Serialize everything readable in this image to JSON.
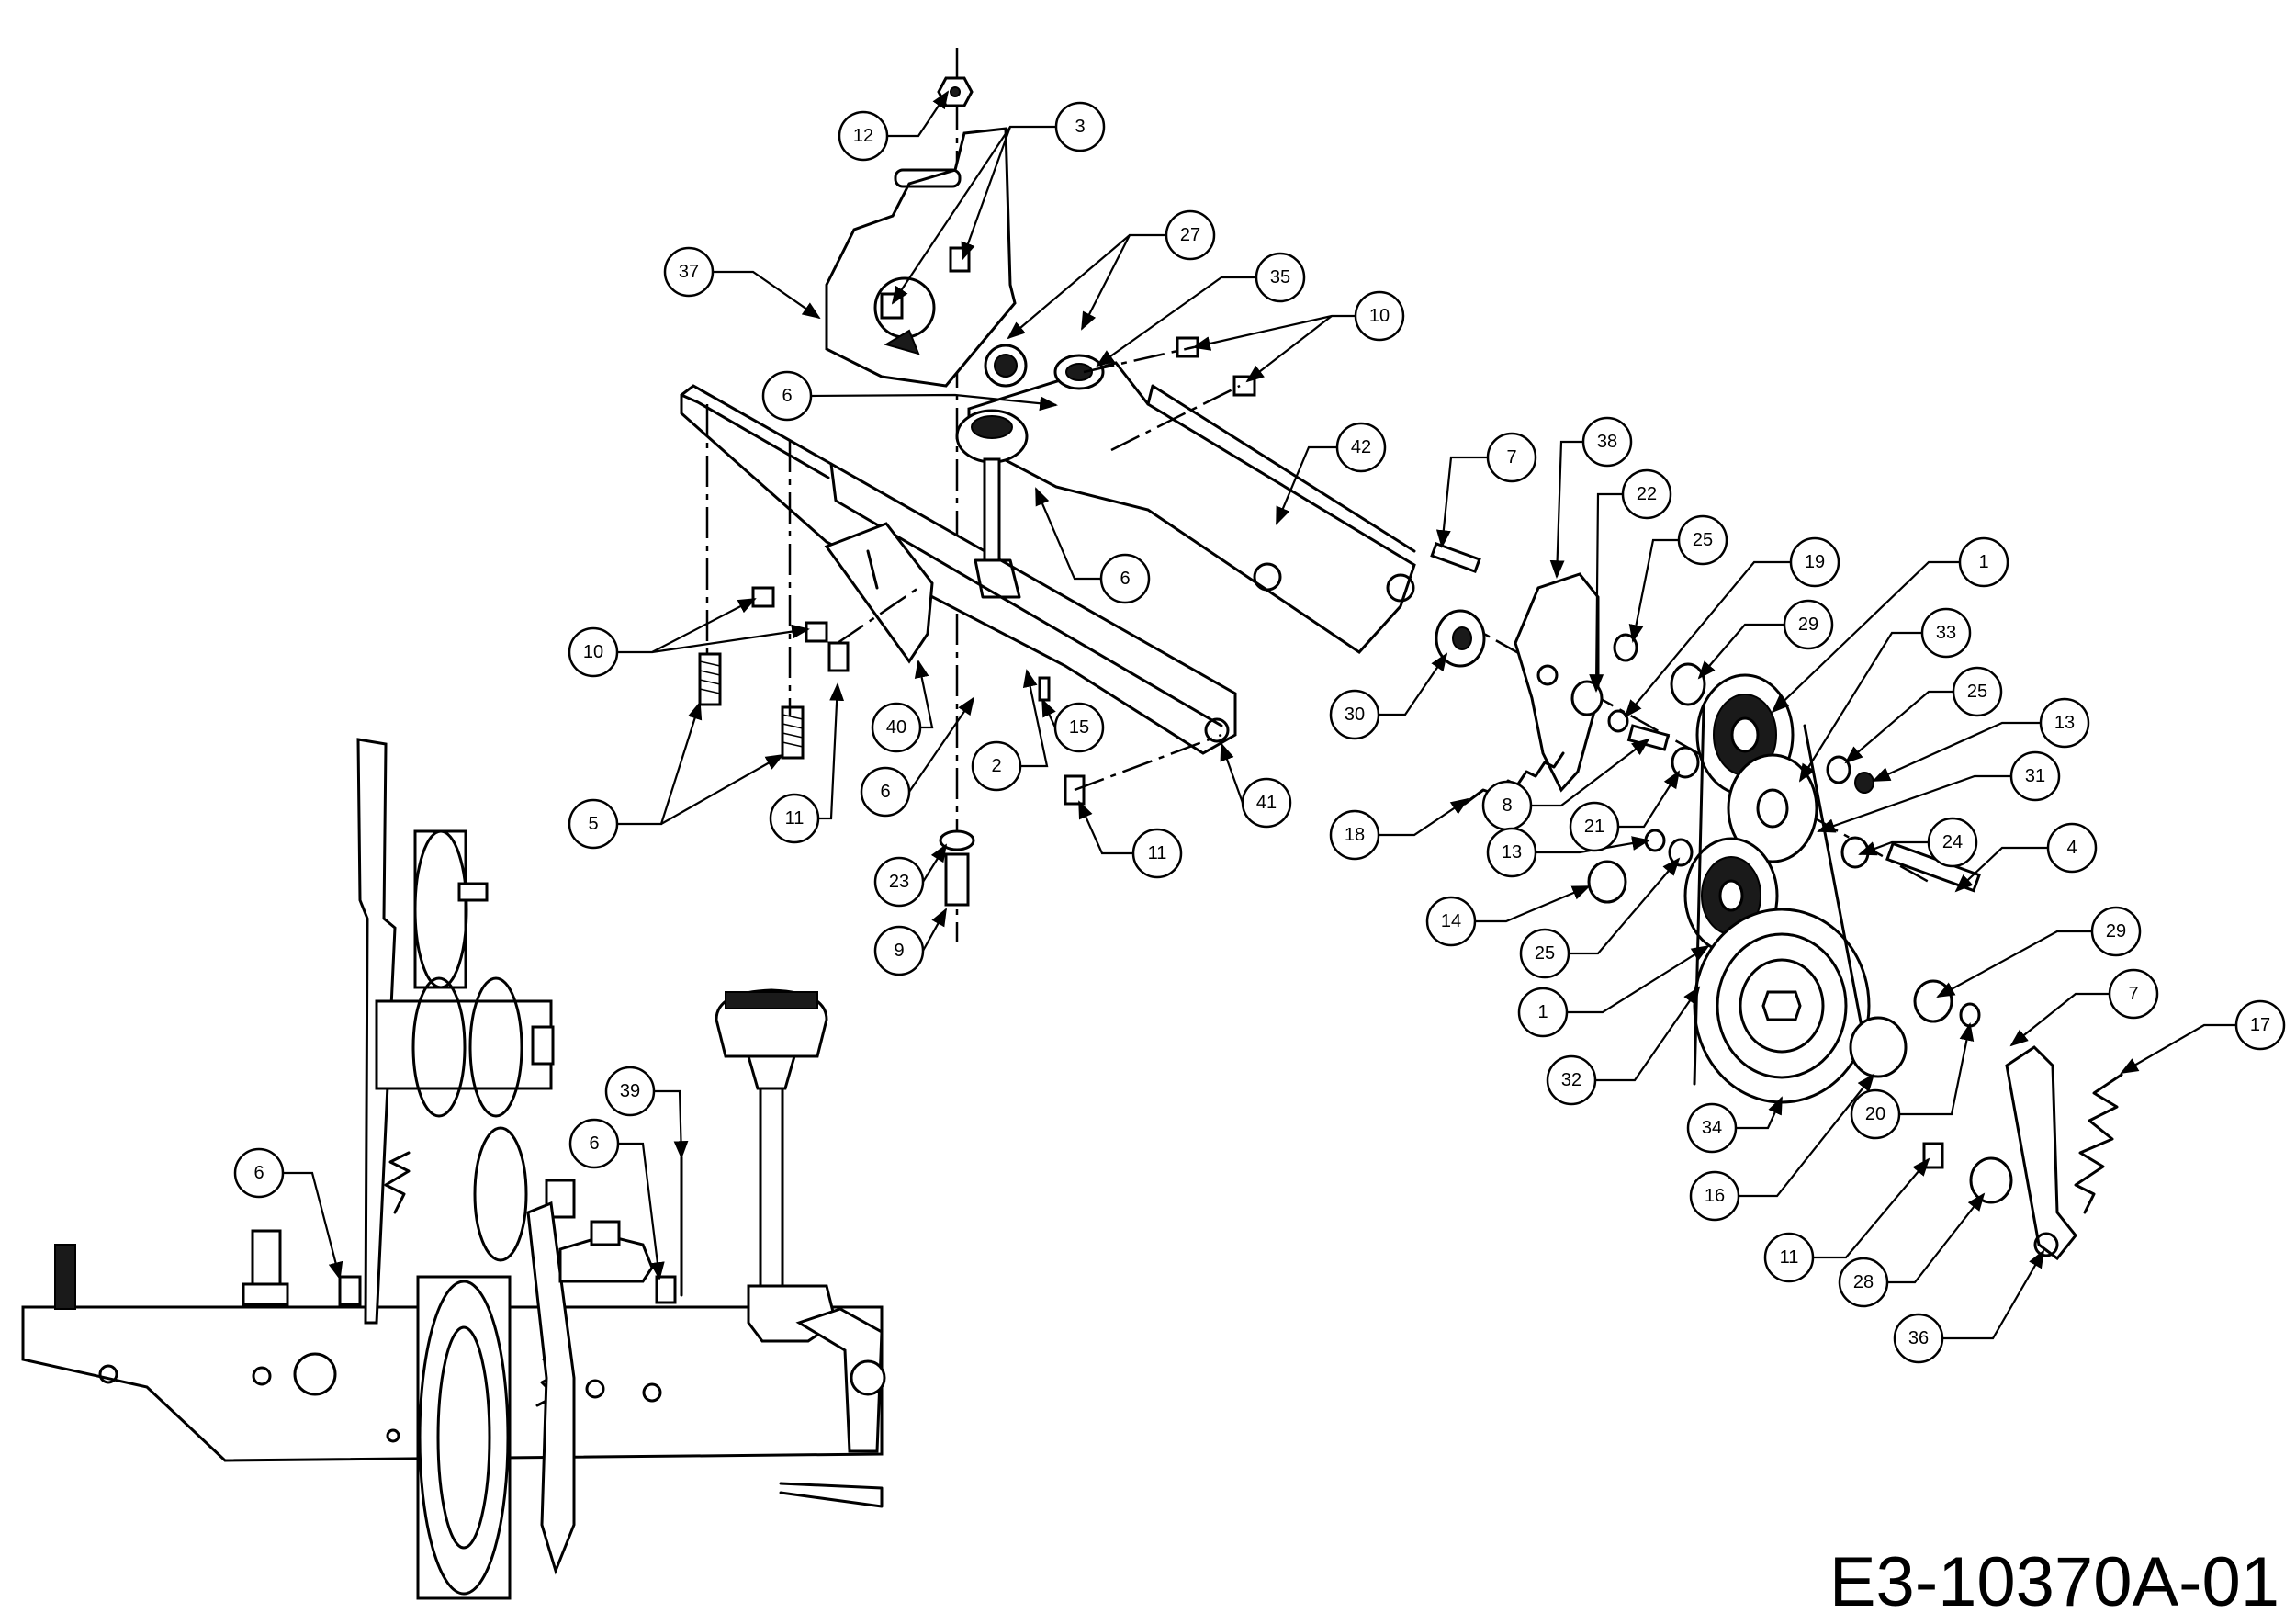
{
  "drawing_code": "E3-10370A-01",
  "callouts": [
    {
      "id": "c-12a",
      "label": "12"
    },
    {
      "id": "c-3",
      "label": "3"
    },
    {
      "id": "c-37",
      "label": "37"
    },
    {
      "id": "c-27",
      "label": "27"
    },
    {
      "id": "c-35",
      "label": "35"
    },
    {
      "id": "c-10a",
      "label": "10"
    },
    {
      "id": "c-6a",
      "label": "6"
    },
    {
      "id": "c-42",
      "label": "42"
    },
    {
      "id": "c-6b",
      "label": "6"
    },
    {
      "id": "c-10b",
      "label": "10"
    },
    {
      "id": "c-40",
      "label": "40"
    },
    {
      "id": "c-6c",
      "label": "6"
    },
    {
      "id": "c-15",
      "label": "15"
    },
    {
      "id": "c-2",
      "label": "2"
    },
    {
      "id": "c-5",
      "label": "5"
    },
    {
      "id": "c-11a",
      "label": "11"
    },
    {
      "id": "c-41",
      "label": "41"
    },
    {
      "id": "c-11b",
      "label": "11"
    },
    {
      "id": "c-23",
      "label": "23"
    },
    {
      "id": "c-9",
      "label": "9"
    },
    {
      "id": "c-7a",
      "label": "7"
    },
    {
      "id": "c-38",
      "label": "38"
    },
    {
      "id": "c-22",
      "label": "22"
    },
    {
      "id": "c-25a",
      "label": "25"
    },
    {
      "id": "c-19",
      "label": "19"
    },
    {
      "id": "c-1a",
      "label": "1"
    },
    {
      "id": "c-29a",
      "label": "29"
    },
    {
      "id": "c-33",
      "label": "33"
    },
    {
      "id": "c-30",
      "label": "30"
    },
    {
      "id": "c-25b",
      "label": "25"
    },
    {
      "id": "c-13a",
      "label": "13"
    },
    {
      "id": "c-31",
      "label": "31"
    },
    {
      "id": "c-8",
      "label": "8"
    },
    {
      "id": "c-21",
      "label": "21"
    },
    {
      "id": "c-18",
      "label": "18"
    },
    {
      "id": "c-13b",
      "label": "13"
    },
    {
      "id": "c-24",
      "label": "24"
    },
    {
      "id": "c-4",
      "label": "4"
    },
    {
      "id": "c-14",
      "label": "14"
    },
    {
      "id": "c-25c",
      "label": "25"
    },
    {
      "id": "c-29b",
      "label": "29"
    },
    {
      "id": "c-1b",
      "label": "1"
    },
    {
      "id": "c-7b",
      "label": "7"
    },
    {
      "id": "c-17",
      "label": "17"
    },
    {
      "id": "c-32",
      "label": "32"
    },
    {
      "id": "c-20",
      "label": "20"
    },
    {
      "id": "c-34",
      "label": "34"
    },
    {
      "id": "c-16",
      "label": "16"
    },
    {
      "id": "c-11c",
      "label": "11"
    },
    {
      "id": "c-28",
      "label": "28"
    },
    {
      "id": "c-36",
      "label": "36"
    },
    {
      "id": "c-39",
      "label": "39"
    },
    {
      "id": "c-6d",
      "label": "6"
    },
    {
      "id": "c-6e",
      "label": "6"
    }
  ]
}
